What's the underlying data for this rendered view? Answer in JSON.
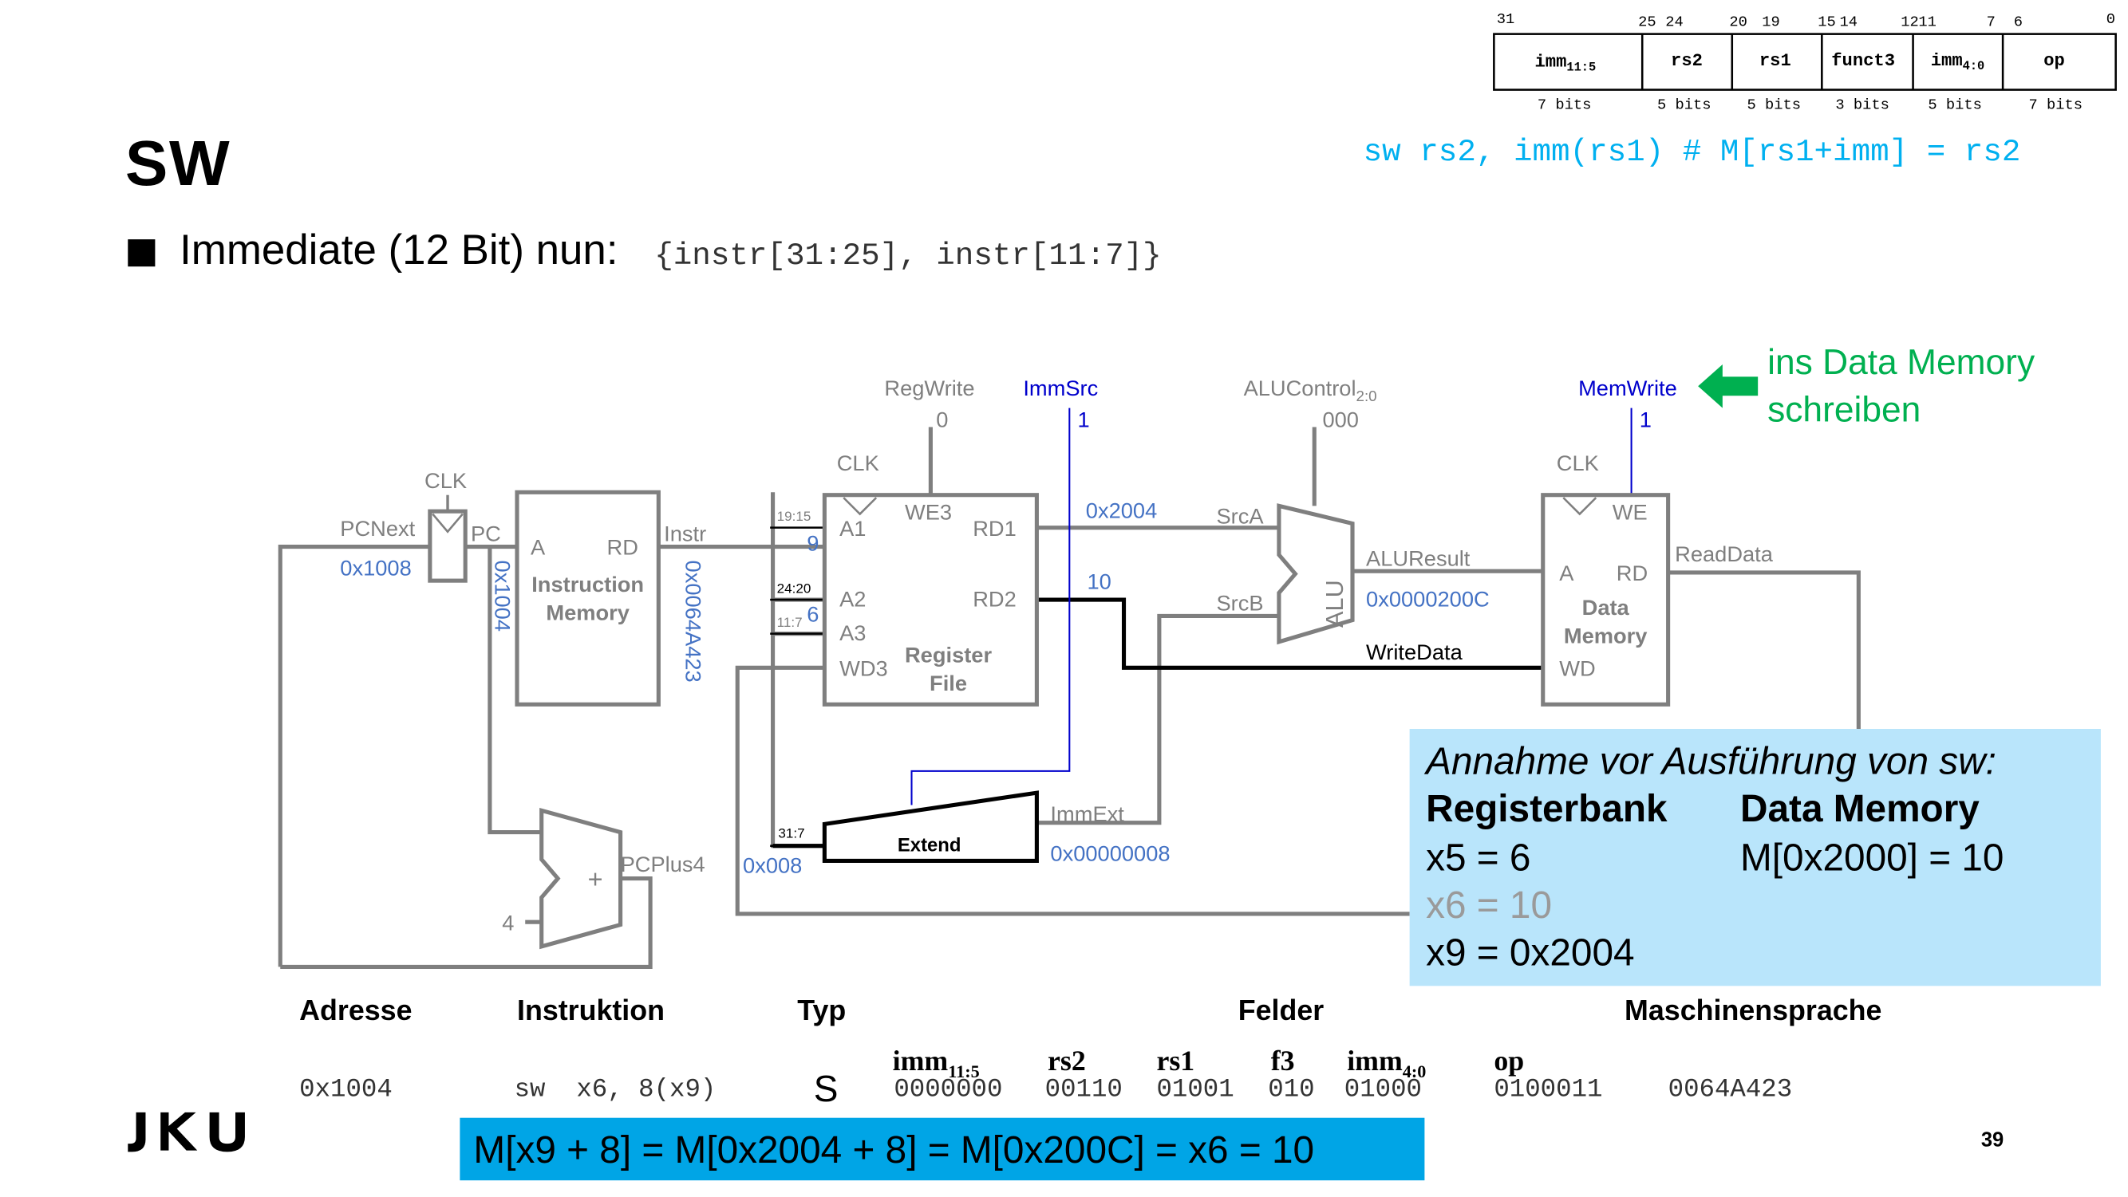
{
  "slide": {
    "title": "SW",
    "bullet_text": "Immediate (12 Bit) nun:",
    "bullet_code": "{instr[31:25], instr[11:7]}",
    "syntax": "sw rs2, imm(rs1) # M[rs1+imm] = rs2",
    "page_number": "39",
    "logo_text": "JKU"
  },
  "format": {
    "bit_numbers": [
      "31",
      "25",
      "24",
      "20",
      "19",
      "15",
      "14",
      "12",
      "11",
      "7",
      "6",
      "0"
    ],
    "fields": [
      {
        "name": "imm",
        "sub": "11:5",
        "bits": "7 bits"
      },
      {
        "name": "rs2",
        "sub": "",
        "bits": "5 bits"
      },
      {
        "name": "rs1",
        "sub": "",
        "bits": "5 bits"
      },
      {
        "name": "funct3",
        "sub": "",
        "bits": "3 bits"
      },
      {
        "name": "imm",
        "sub": "4:0",
        "bits": "5 bits"
      },
      {
        "name": "op",
        "sub": "",
        "bits": "7 bits"
      }
    ]
  },
  "datapath": {
    "regwrite": "RegWrite",
    "regwrite_val": "0",
    "immsrc": "ImmSrc",
    "immsrc_val": "1",
    "alucontrol": "ALUControl",
    "alucontrol_sub": "2:0",
    "alucontrol_val": "000",
    "memwrite": "MemWrite",
    "memwrite_val": "1",
    "callout_line1": "ins Data Memory",
    "callout_line2": "schreiben",
    "clk": "CLK",
    "pcnext": "PCNext",
    "pcnext_val": "0x1008",
    "pc": "PC",
    "pc_val": "0x1004",
    "a": "A",
    "rd": "RD",
    "imem_line1": "Instruction",
    "imem_line2": "Memory",
    "instr": "Instr",
    "instr_val": "0x0064A423",
    "bits_19_15": "19:15",
    "bits_24_20": "24:20",
    "bits_11_7": "11:7",
    "bits_31_7": "31:7",
    "a1_val": "9",
    "a2_val": "6",
    "a1": "A1",
    "a2": "A2",
    "a3": "A3",
    "wd3": "WD3",
    "we3": "WE3",
    "rd1": "RD1",
    "rd2": "RD2",
    "rf_line1": "Register",
    "rf_line2": "File",
    "rd1_val": "0x2004",
    "rd2_val": "10",
    "srca": "SrcA",
    "srcb": "SrcB",
    "alu": "ALU",
    "aluresult": "ALUResult",
    "aluresult_val": "0x0000200C",
    "writedata": "WriteData",
    "we": "WE",
    "wd": "WD",
    "dmem_line1": "Data",
    "dmem_line2": "Memory",
    "readdata": "ReadData",
    "extend": "Extend",
    "immext": "ImmExt",
    "immext_val": "0x00000008",
    "imm_in_val": "0x008",
    "pcplus4": "PCPlus4",
    "plus": "+",
    "four": "4"
  },
  "assumption": {
    "title": "Annahme vor Ausführung von sw:",
    "regbank_header": "Registerbank",
    "dmem_header": "Data Memory",
    "regs": [
      "x5 = 6",
      "x6 = 10",
      "x9 = 0x2004"
    ],
    "mem": [
      "M[0x2000] = 10"
    ]
  },
  "table": {
    "headers": {
      "address": "Adresse",
      "instruction": "Instruktion",
      "type": "Typ",
      "fields": "Felder",
      "machine": "Maschinensprache"
    },
    "field_labels": [
      {
        "name": "imm",
        "sub": "11:5"
      },
      {
        "name": "rs2",
        "sub": ""
      },
      {
        "name": "rs1",
        "sub": ""
      },
      {
        "name": "f3",
        "sub": ""
      },
      {
        "name": "imm",
        "sub": "4:0"
      },
      {
        "name": "op",
        "sub": ""
      }
    ],
    "row": {
      "address": "0x1004",
      "instruction": "sw  x6, 8(x9)",
      "type": "S",
      "fields": [
        "0000000",
        "00110",
        "01001",
        "010",
        "01000",
        "0100011"
      ],
      "machine": "0064A423"
    }
  },
  "result": "M[x9 + 8] = M[0x2004 + 8] = M[0x200C] = x6 = 10",
  "colors": {
    "gray": "#7f7f7f",
    "blue_value": "#4472c4",
    "ctrl_blue": "#0000cc",
    "green": "#00b050",
    "cyan_text": "#00b0f0",
    "tip_bg": "#b9e5fb",
    "bar_bg": "#00a5e6"
  }
}
